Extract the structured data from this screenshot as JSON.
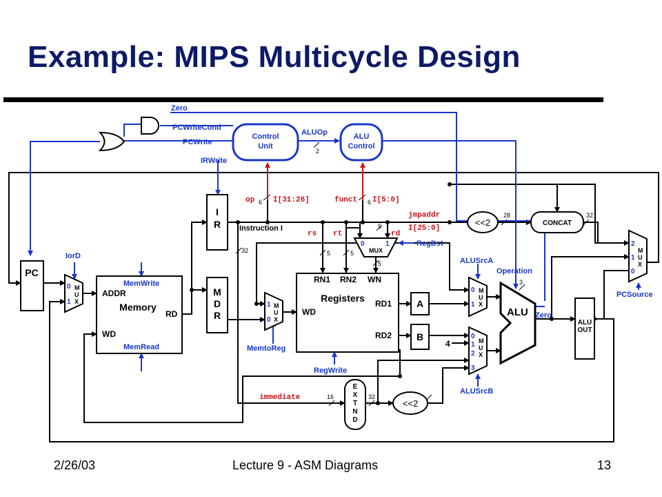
{
  "slide": {
    "title": "Example: MIPS Multicycle Design",
    "footer_date": "2/26/03",
    "footer_lecture": "Lecture 9 - ASM Diagrams",
    "footer_page": "13"
  },
  "colors": {
    "title": "#0d1a66",
    "control": "#1736c9",
    "field": "#c81414",
    "wire": "#000000"
  },
  "diagram": {
    "blocks": {
      "pc": "PC",
      "ir": "I\nR",
      "mdr": "M\nD\nR",
      "memory": "Memory",
      "memory_addr": "ADDR",
      "memory_rd": "RD",
      "memory_wd": "WD",
      "registers": "Registers",
      "reg_rn1": "RN1",
      "reg_rn2": "RN2",
      "reg_wn": "WN",
      "reg_wd": "WD",
      "reg_rd1": "RD1",
      "reg_rd2": "RD2",
      "a": "A",
      "b": "B",
      "alu": "ALU",
      "aluout": "ALU\nOUT",
      "extend": "E\nX\nT\nN\nD",
      "shift_jump": "<<2",
      "shift_imm": "<<2",
      "concat": "CONCAT",
      "control_unit": "Control\nUnit",
      "alu_control": "ALU\nControl",
      "mux": "M\nU\nX",
      "mux_horizontal": "MUX"
    },
    "control_signals": {
      "zero_top": "Zero",
      "pcwritecond": "PCWriteCond",
      "pcwrite": "PCWrite",
      "aluop": "ALUOp",
      "irwrite": "IRWrite",
      "iord": "IorD",
      "memwrite": "MemWrite",
      "memread": "MemRead",
      "memtoreg": "MemtoReg",
      "regwrite": "RegWrite",
      "regdst": "RegDst",
      "alusrca": "ALUSrcA",
      "alusrcb": "ALUSrcB",
      "operation": "Operation",
      "pcsource": "PCSource",
      "zero_alu": "Zero"
    },
    "fields": {
      "op": "op",
      "op_bits": "I[31:26]",
      "funct": "funct",
      "funct_bits": "I[5:0]",
      "jmpaddr": "jmpaddr",
      "jmpaddr_bits": "I[25:0]",
      "rs": "rs",
      "rt": "rt",
      "rd": "rd",
      "immediate": "immediate"
    },
    "labels": {
      "instruction": "Instruction I",
      "const_four": "4"
    },
    "widths": {
      "op": "6",
      "funct": "6",
      "aluop": "2",
      "ir_out": "32",
      "rs": "5",
      "rt": "5",
      "regdst_in": "5",
      "regdst_out": "5",
      "jump_shift": "28",
      "concat_out": "32",
      "operation": "3",
      "imm_in": "16",
      "imm_out": "32"
    },
    "mux_inputs": {
      "iord": [
        "0",
        "1"
      ],
      "memtoreg": [
        "1",
        "0"
      ],
      "regdst": [
        "0",
        "1"
      ],
      "alusrca": [
        "0",
        "1"
      ],
      "alusrcb": [
        "0",
        "1",
        "2",
        "3"
      ],
      "pcsource": [
        "2",
        "1",
        "0"
      ]
    }
  }
}
